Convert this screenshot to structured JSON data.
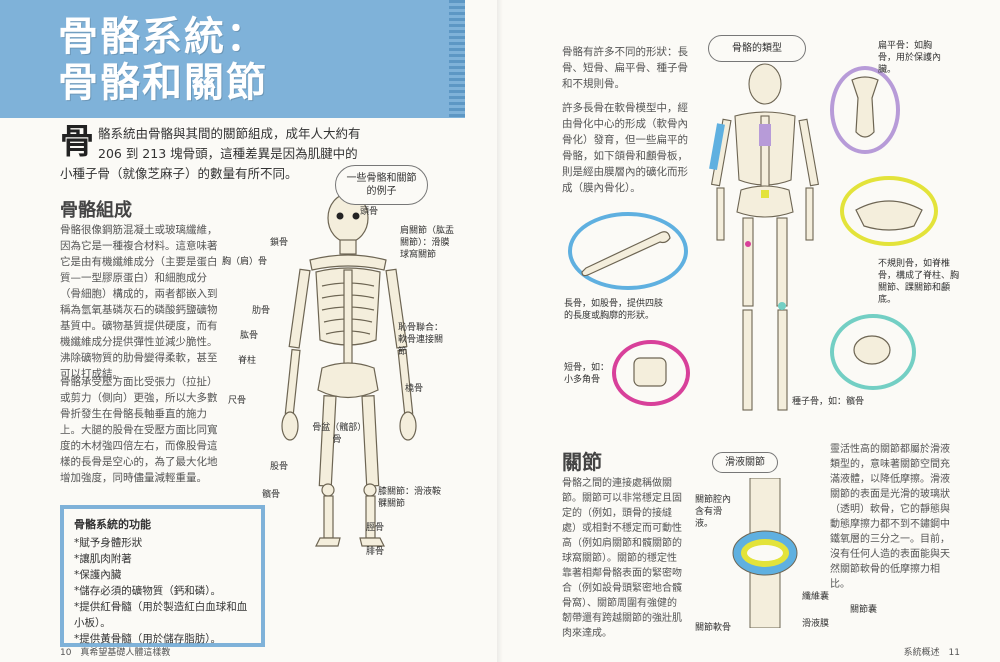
{
  "left": {
    "title_line1": "骨骼系統：",
    "title_line2": "骨骼和關節",
    "intro_dropcap": "骨",
    "intro_text": "骼系統由骨骼與其間的關節組成，成年人大約有 206 到 213 塊骨頭，這種差異是因為肌腱中的小種子骨（就像芝麻子）的數量有所不同。",
    "section_heading": "骨骼組成",
    "composition_para1": "骨骼很像鋼筋混凝土或玻璃纖維，因為它是一種複合材料。這意味著它是由有機纖維成分（主要是蛋白質—一型膠原蛋白）和細胞成分（骨細胞）構成的，兩者都嵌入到稱為氫氧基磷灰石的磷酸鈣鹽礦物基質中。礦物基質提供硬度，而有機纖維成分提供彈性並減少脆性。沸除礦物質的肋骨變得柔軟，甚至可以打成結。",
    "composition_para2": "骨骼承受壓方面比受張力（拉扯）或剪力（側向）更強，所以大多數骨折發生在骨骼長軸垂直的施力上。大腿的股骨在受壓方面比同寬度的木材強四倍左右，而像股骨這樣的長骨是空心的，為了最大化地增加強度，同時儘量減輕重量。",
    "callout_examples": "一些骨骼和關節的例子",
    "labels": {
      "skull": "頭骨",
      "clavicle": "鎖骨",
      "sternum": "胸（肩）骨",
      "rib": "肋骨",
      "humerus": "肱骨",
      "spine": "脊柱",
      "ulna": "尺骨",
      "shoulder": "肩關節（肱盂關節）：滑膜球窩關節",
      "pubic": "恥骨聯合：軟骨連接關節",
      "radius": "橈骨",
      "pelvis": "骨盆（髖部）骨",
      "femur": "股骨",
      "patella": "髕骨",
      "knee": "膝關節：滑液鞍髁關節",
      "tibia": "脛骨",
      "fibula": "腓骨"
    },
    "func_heading": "骨骼系統的功能",
    "func_items": [
      "*賦予身體形狀",
      "*讓肌肉附著",
      "*保護內臟",
      "*儲存必須的礦物質（鈣和磷）。",
      "*提供紅骨髓（用於製造紅白血球和血小板）。",
      "*提供黃骨髓（用於儲存脂肪）。"
    ],
    "page_number": "10",
    "book_title": "真希望基礎人體這樣教"
  },
  "right": {
    "types_para1": "骨骼有許多不同的形狀：長骨、短骨、扁平骨、種子骨和不規則骨。",
    "types_para2": "許多長骨在軟骨模型中，經由骨化中心的形成（軟骨內骨化）發育，但一些扁平的骨骼，如下頜骨和顱骨板，則是經由膜層內的礦化而形成（膜內骨化）。",
    "callout_types": "骨骼的類型",
    "label_flat": "扁平骨：如胸骨，用於保護內臟。",
    "label_irregular": "不規則骨，如脊椎骨，構成了脊柱、胸關節、踝關節和顱底。",
    "label_long": "長骨，如股骨，提供四肢的長度或胸廓的形狀。",
    "label_short": "短骨，如：小多角骨",
    "label_sesamoid": "種子骨，如：髕骨",
    "joints_heading": "關節",
    "joints_para": "骨骼之間的連接處稱做關節。關節可以非常穩定且固定的（例如，頭骨的接縫處）或相對不穩定而可動性高（例如肩關節和髖關節的球窩關節）。關節的穩定性靠著相鄰骨骼表面的緊密吻合（例如設骨頭緊密地合髖骨窩）、關節周圍有強健的韌帶還有跨越關節的強壯肌肉來達成。",
    "synovial_callout": "滑液關節",
    "label_capsule": "關節腔內含有滑液。",
    "label_cartilage": "關節軟骨",
    "label_fibrous": "纖維囊",
    "label_synmem": "滑液膜",
    "label_jointcap": "關節囊",
    "joints_para_right": "靈活性高的關節都屬於滑液類型的，意味著關節空間充滿液體，以降低摩擦。滑液關節的表面是光滑的玻璃狀（透明）軟骨，它的靜態與動態摩擦力都不到不鏽鋼中鐵氧層的三分之一。目前，沒有任何人造的表面能與天然關節軟骨的低摩擦力相比。",
    "page_number": "11",
    "section_name": "系統概述"
  },
  "colors": {
    "banner": "#7fb2d9",
    "circle_purple": "#b79bd8",
    "circle_yellow": "#e3e33a",
    "circle_blue": "#5fb0e0",
    "circle_pink": "#d8409a",
    "circle_teal": "#73cfc4"
  }
}
